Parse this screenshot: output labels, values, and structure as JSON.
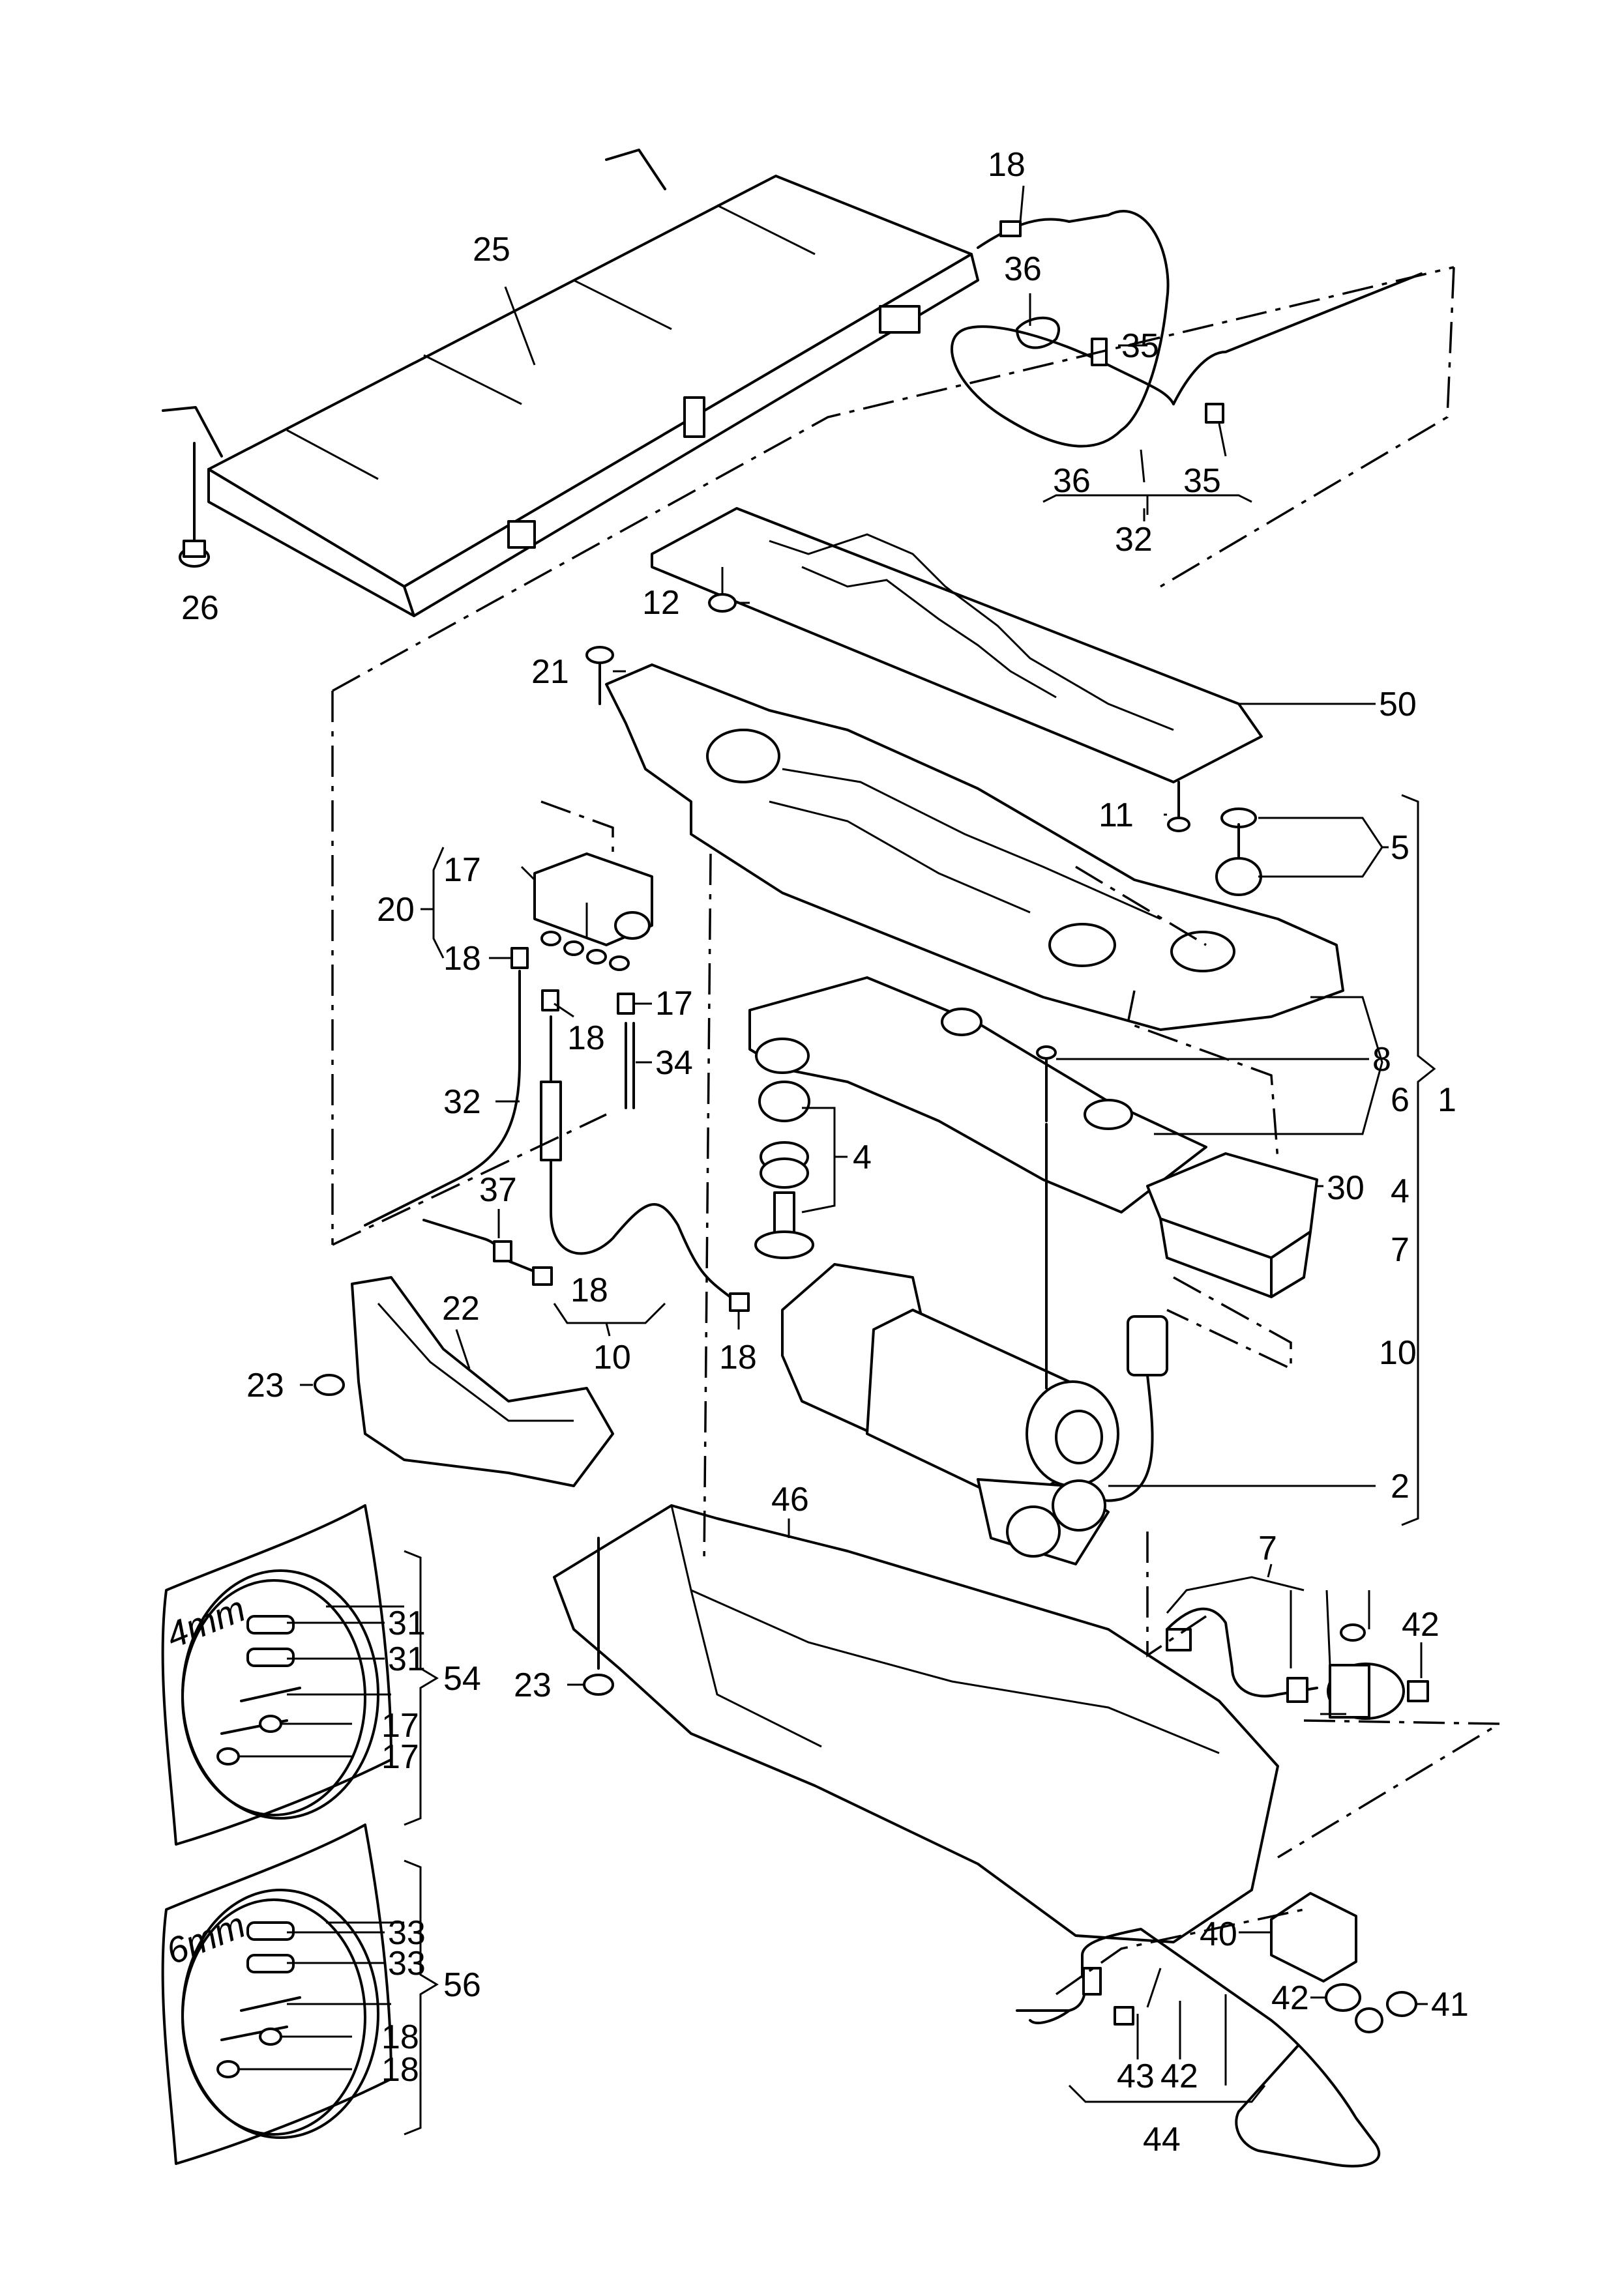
{
  "callouts": {
    "c25": "25",
    "c26": "26",
    "c18_top": "18",
    "c36_top": "36",
    "c35_top": "35",
    "c36_bot": "36",
    "c35_bot": "35",
    "c32_top": "32",
    "c12": "12",
    "c50": "50",
    "c21": "21",
    "c11": "11",
    "c5": "5",
    "c17_valve": "17",
    "c20": "20",
    "c18_valve": "18",
    "c17_right": "17",
    "c18_mid": "18",
    "c34": "34",
    "c32_left": "32",
    "c8": "8",
    "c6": "6",
    "c1": "1",
    "c4_mid": "4",
    "c4_right": "4",
    "c30": "30",
    "c37": "37",
    "c7_right": "7",
    "c18_line": "18",
    "c10_left": "10",
    "c18_comp": "18",
    "c10_right": "10",
    "c22": "22",
    "c23_top": "23",
    "c46": "46",
    "c2": "2",
    "c7_low": "7",
    "c42_low": "42",
    "c23_bot": "23",
    "c31_a": "31",
    "c31_b": "31",
    "c17_kit_a": "17",
    "c17_kit_b": "17",
    "c54": "54",
    "c33_a": "33",
    "c33_b": "33",
    "c18_kit_a": "18",
    "c18_kit_b": "18",
    "c56": "56",
    "c40": "40",
    "c42_filter": "42",
    "c41": "41",
    "c43": "43",
    "c42_bracket": "42",
    "c44": "44"
  },
  "kits": {
    "kit54_size": "4mm",
    "kit56_size": "6mm"
  }
}
